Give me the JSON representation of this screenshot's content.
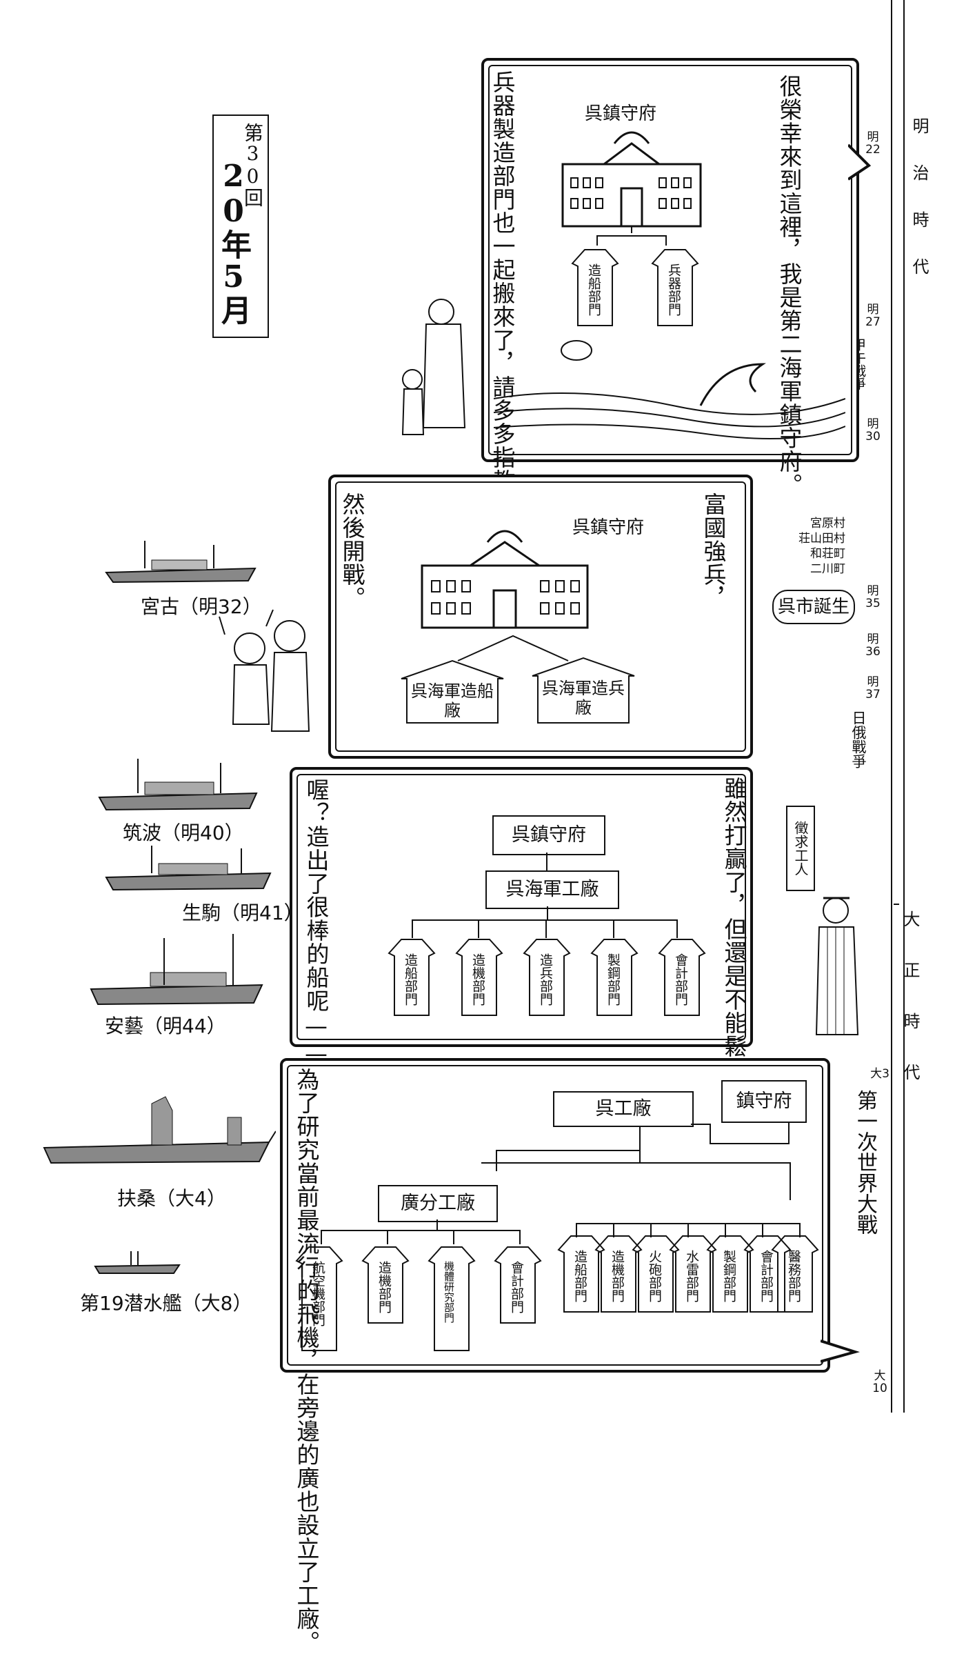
{
  "chapter": {
    "number": "第30回",
    "title": "20年5月"
  },
  "panel1": {
    "narration_right": "很榮幸來到這裡，我是第二海軍鎮守府。",
    "narration_left": "兵器製造部門也一起搬來了，請多多指教！",
    "building": "呉鎮守府",
    "depts": [
      "造船部門",
      "兵器部門"
    ]
  },
  "panel2": {
    "narration_right": "富國強兵，",
    "narration_left": "然後開戰。",
    "building": "呉鎮守府",
    "depts": [
      "呉海軍造船廠",
      "呉海軍造兵廠"
    ]
  },
  "panel3": {
    "narration_right": "雖然打贏了，但還是不能鬆懈。要為下一次戰爭未雨綢繆。",
    "narration_left": "喔？造出了很棒的船呢——",
    "building": "呉鎮守府",
    "arsenal": "呉海軍工廠",
    "depts": [
      "造船部門",
      "造機部門",
      "造兵部門",
      "製鋼部門",
      "會計部門"
    ],
    "sign": "徵求工人"
  },
  "panel4": {
    "narration": "為了研究當前最流行的飛機，在旁邊的廣也設立了工廠。",
    "building_main": "呉工廠",
    "building_side": "鎮守府",
    "branch": "廣分工廠",
    "branch_depts": [
      "航空機部門",
      "造機部門",
      "機體研究部門",
      "會計部門"
    ],
    "main_depts": [
      "造船部門",
      "造機部門",
      "火砲部門",
      "水雷部門",
      "製鋼部門",
      "會計部門",
      "醫務部門"
    ]
  },
  "timeline": {
    "eras": [
      "明治時代",
      "大正時代"
    ],
    "ticks": [
      {
        "label": "明22"
      },
      {
        "label": "明27",
        "event": "甲午戰爭"
      },
      {
        "label": "明30"
      },
      {
        "label": "明35",
        "event": "呉市誕生"
      },
      {
        "label": "明36"
      },
      {
        "label": "明37",
        "event": "日俄戰爭"
      },
      {
        "label": "大3",
        "event": "第一次世界大戰"
      },
      {
        "label": "大10"
      }
    ],
    "merger_towns": [
      "宮原村",
      "荘山田村",
      "和荘町",
      "二川町"
    ]
  },
  "ships": [
    {
      "label": "宮古（明32）"
    },
    {
      "label": "筑波（明40）"
    },
    {
      "label": "生駒（明41）"
    },
    {
      "label": "安藝（明44）"
    },
    {
      "label": "扶桑（大4）"
    },
    {
      "label": "第19潜水艦（大8）"
    }
  ]
}
